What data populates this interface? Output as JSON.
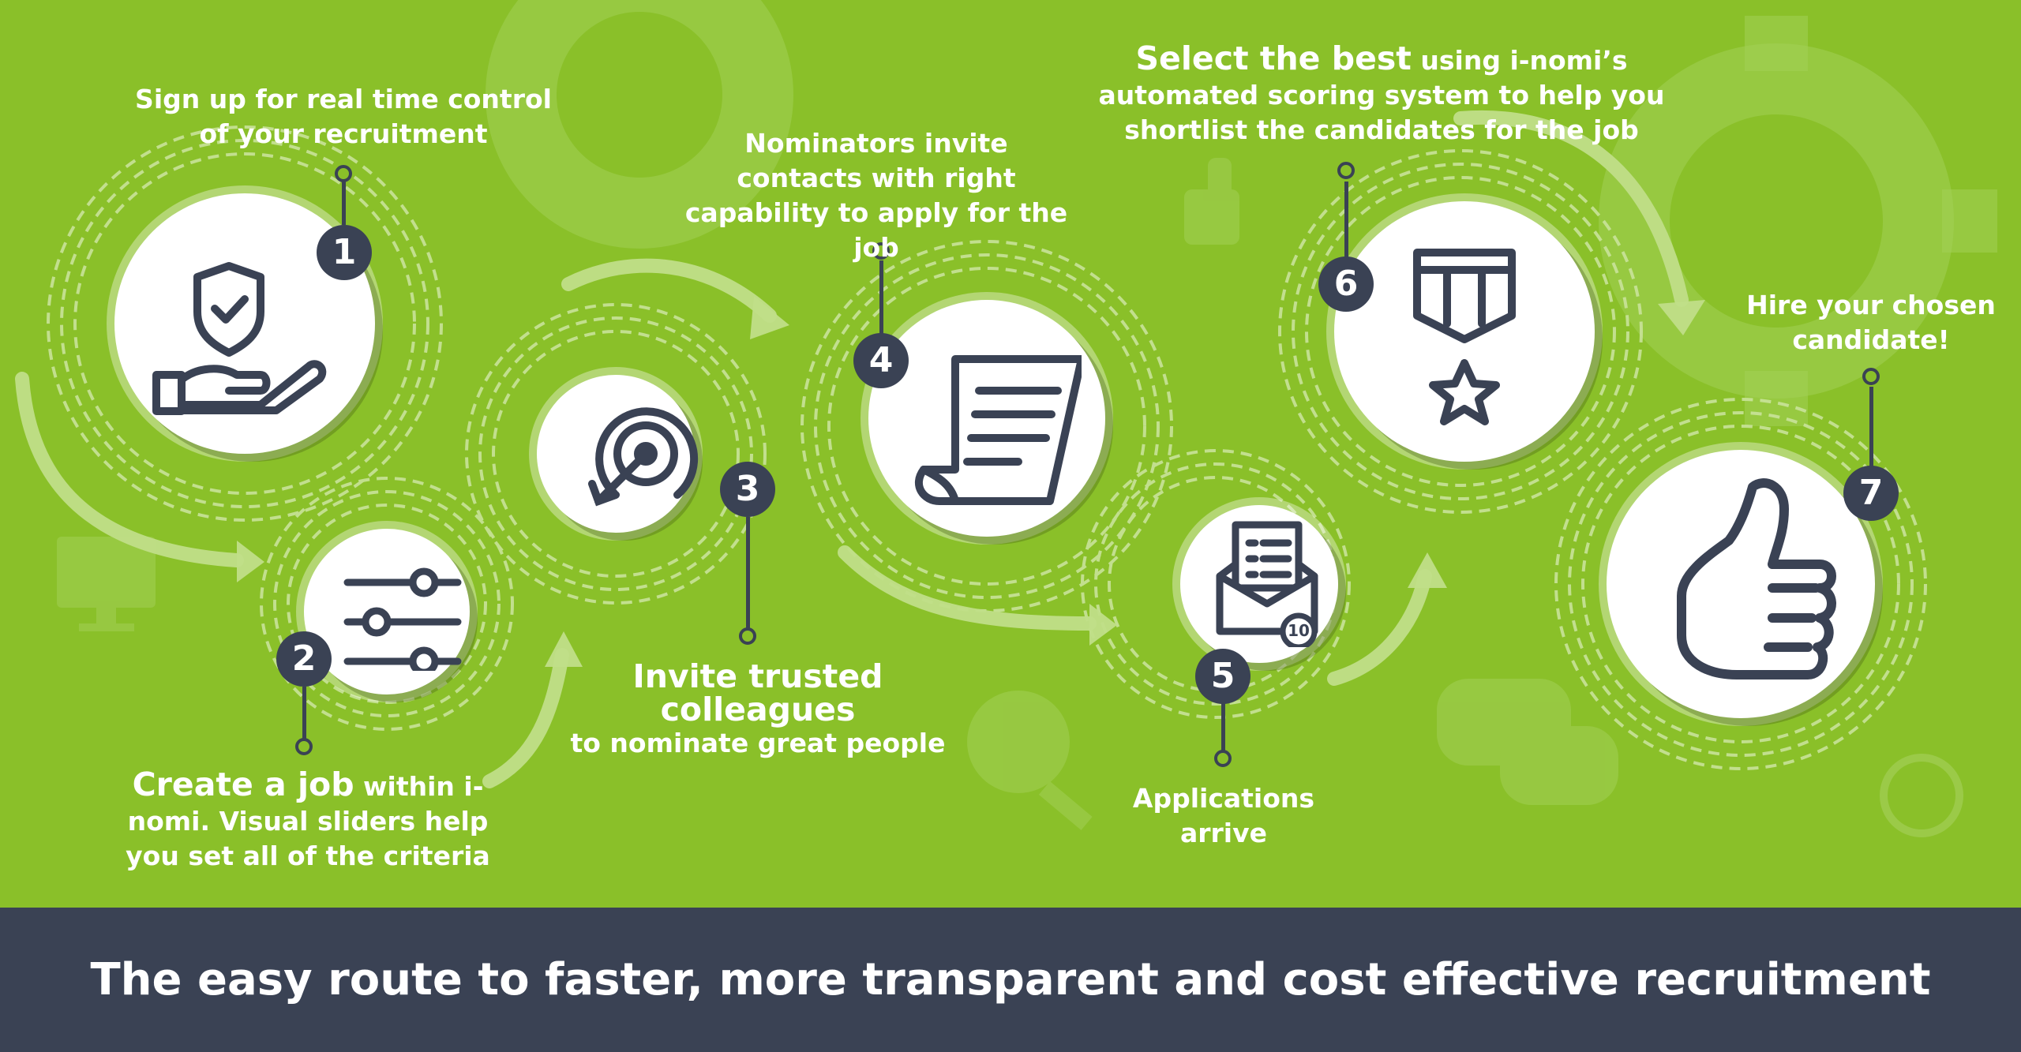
{
  "steps": [
    {
      "number": "1",
      "icon": "hand-shield-icon",
      "text": "Sign up for real time control of your recruitment"
    },
    {
      "number": "2",
      "icon": "sliders-icon",
      "lead": "Create a job",
      "text": " within i-nomi. Visual sliders help you set all of the criteria"
    },
    {
      "number": "3",
      "icon": "target-icon",
      "lead": "Invite trusted colleagues",
      "text": " to nominate great people"
    },
    {
      "number": "4",
      "icon": "document-scroll-icon",
      "text": "Nominators invite contacts with right capability to apply for the job"
    },
    {
      "number": "5",
      "icon": "mail-envelope-icon",
      "badge": "10",
      "text": "Applications arrive"
    },
    {
      "number": "6",
      "icon": "medal-star-icon",
      "lead": "Select the best",
      "text": " using i-nomi’s automated scoring system to help you shortlist the candidates for the job"
    },
    {
      "number": "7",
      "icon": "thumbs-up-icon",
      "text": "Hire your chosen candidate!"
    }
  ],
  "footer": {
    "tagline": "The easy route to faster, more transparent and cost effective recruitment"
  },
  "colors": {
    "background": "#8ac029",
    "dark": "#3a4254",
    "white": "#ffffff"
  }
}
